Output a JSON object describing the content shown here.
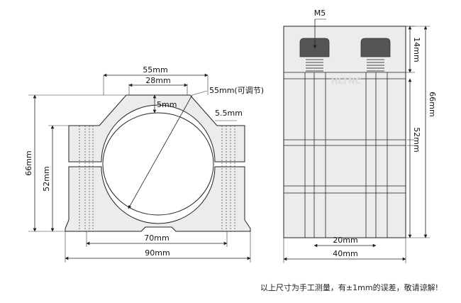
{
  "left_view": {
    "dim_top_outer": "55mm",
    "dim_top_inner": "28mm",
    "dim_gap": "5mm",
    "dim_bore": "55mm(可调节)",
    "dim_hole": "5.5mm",
    "dim_height_total": "66mm",
    "dim_height_body": "52mm",
    "dim_hole_spacing": "70mm",
    "dim_width": "90mm"
  },
  "right_view": {
    "screw_label": "M5",
    "dim_top": "14mm",
    "dim_height_total": "66mm",
    "dim_height_body": "52mm",
    "dim_inner": "20mm",
    "dim_width": "40mm"
  },
  "watermark": "HLTNC",
  "note": "以上尺寸为手工测量，有±1mm的误差，敬请谅解!"
}
